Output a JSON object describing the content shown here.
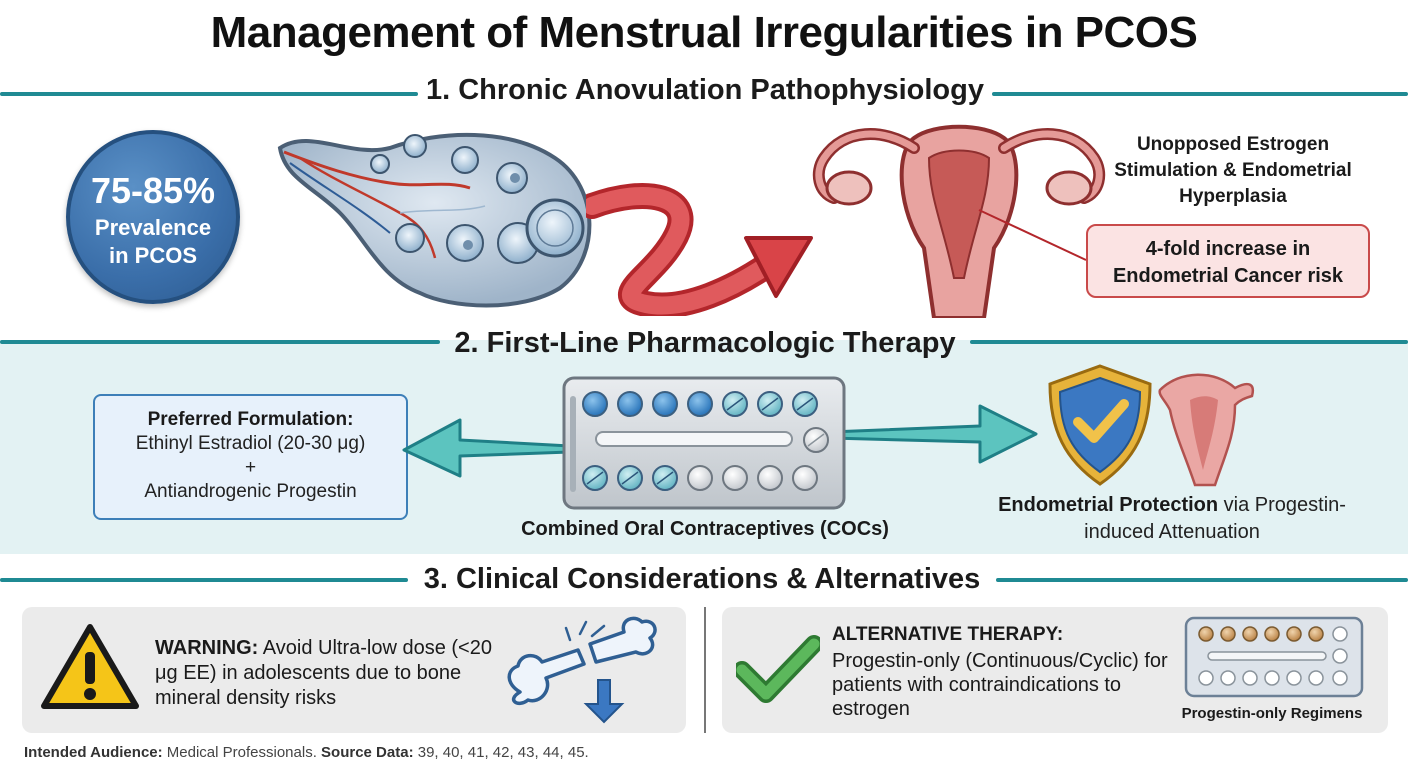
{
  "title": "Management of Menstrual Irregularities in PCOS",
  "section1": {
    "heading": "1. Chronic Anovulation Pathophysiology",
    "prevalence_value": "75-85%",
    "prevalence_label": "Prevalence in PCOS",
    "estrogen_text": "Unopposed Estrogen Stimulation & Endometrial Hyperplasia",
    "cancer_risk": "4-fold increase in Endometrial Cancer risk"
  },
  "section2": {
    "heading": "2. First-Line Pharmacologic Therapy",
    "formulation_title": "Preferred Formulation:",
    "formulation_line1": "Ethinyl Estradiol (20-30 μg)",
    "formulation_plus": "+",
    "formulation_line2": "Antiandrogenic Progestin",
    "coc_caption": "Combined Oral Contraceptives (COCs)",
    "protection_bold": "Endometrial Protection",
    "protection_rest": " via Progestin-induced Attenuation"
  },
  "section3": {
    "heading": "3. Clinical Considerations & Alternatives",
    "warning_label": "WARNING:",
    "warning_text": " Avoid Ultra-low dose (<20 μg EE) in adolescents due to bone mineral density risks",
    "alt_title": "ALTERNATIVE THERAPY:",
    "alt_text": "Progestin-only (Continuous/Cyclic) for patients with contraindications to estrogen",
    "regimen_caption": "Progestin-only Regimens"
  },
  "footer": {
    "audience_label": "Intended Audience:",
    "audience_value": " Medical Professionals. ",
    "source_label": "Source Data:",
    "source_value": " 39, 40, 41, 42, 43, 44, 45."
  },
  "colors": {
    "teal_rule": "#1f8a93",
    "band_bg": "#e3f2f3",
    "prevalence_blue": "#3a6ea9",
    "risk_red": "#c94a4a",
    "warning_yellow": "#f5c518",
    "check_green": "#4caf50"
  },
  "icons": [
    "ovary-illustration",
    "uterus-illustration",
    "red-curved-arrow",
    "pill-blister-pack",
    "teal-arrow-left",
    "teal-arrow-right",
    "shield-check-icon",
    "warning-icon",
    "broken-bone-icon",
    "down-arrow-icon",
    "check-icon",
    "progestin-pill-pack"
  ]
}
